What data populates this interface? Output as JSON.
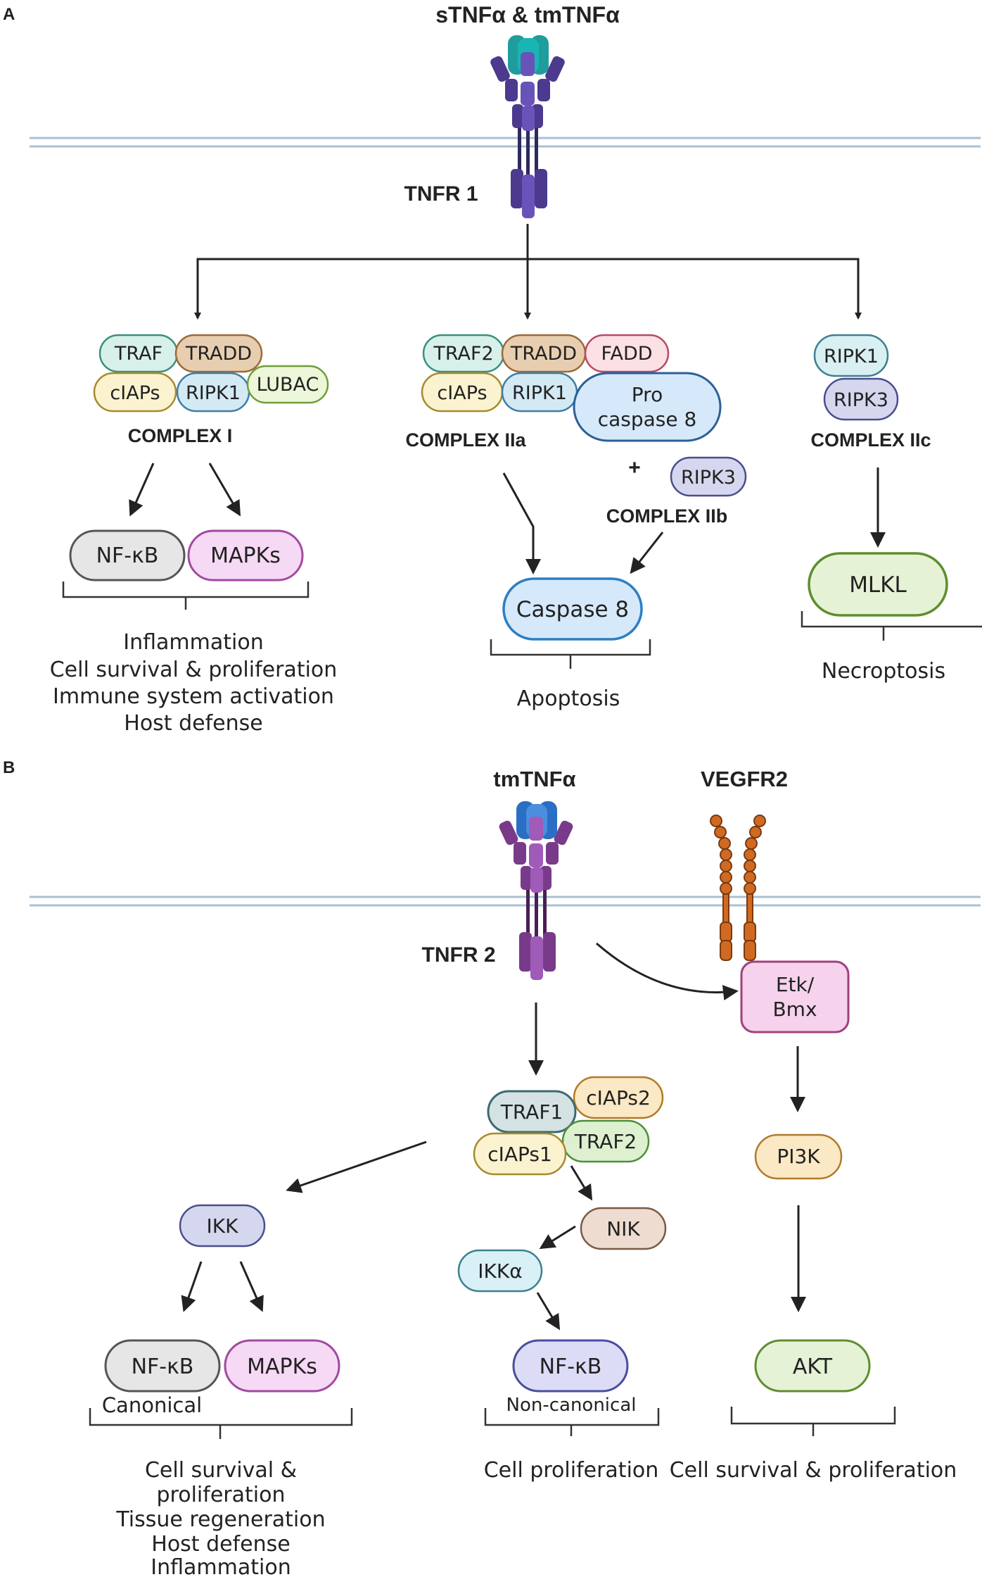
{
  "panel_a": {
    "letter": "A",
    "ligand": "sTNFα & tmTNFα",
    "receptor": "TNFR 1",
    "complex1": {
      "proteins": [
        "TRAF",
        "TRADD",
        "cIAPs",
        "RIPK1",
        "LUBAC"
      ],
      "title": "COMPLEX I",
      "targets": [
        "NF-κB",
        "MAPKs"
      ],
      "outcomes": [
        "Inflammation",
        "Cell survival & proliferation",
        "Immune system activation",
        "Host defense"
      ]
    },
    "complex2a": {
      "proteins": [
        "TRAF2",
        "TRADD",
        "FADD",
        "cIAPs",
        "RIPK1",
        "Pro",
        "caspase 8"
      ],
      "title": "COMPLEX IIa",
      "plus": "+",
      "ripk3": "RIPK3",
      "complex2b_title": "COMPLEX IIb",
      "target": "Caspase 8",
      "outcome": "Apoptosis"
    },
    "complex2c": {
      "proteins": [
        "RIPK1",
        "RIPK3"
      ],
      "title": "COMPLEX IIc",
      "target": "MLKL",
      "outcome": "Necroptosis"
    }
  },
  "panel_b": {
    "letter": "B",
    "ligand": "tmTNFα",
    "vegfr": "VEGFR2",
    "receptor": "TNFR 2",
    "etk": [
      "Etk/",
      "Bmx"
    ],
    "pi3k": "PI3K",
    "akt": "AKT",
    "complex": [
      "TRAF1",
      "cIAPs2",
      "cIAPs1",
      "TRAF2"
    ],
    "ikk": "IKK",
    "nik": "NIK",
    "ikka": "IKKα",
    "canonical": {
      "targets": [
        "NF-κB",
        "MAPKs"
      ],
      "label": "Canonical",
      "outcomes": [
        "Cell survival &",
        "proliferation",
        "Tissue regeneration",
        "Host defense",
        "Inflammation"
      ]
    },
    "noncanonical": {
      "target": "NF-κB",
      "label": "Non-canonical",
      "outcome": "Cell proliferation"
    },
    "akt_outcome": "Cell survival & proliferation"
  }
}
